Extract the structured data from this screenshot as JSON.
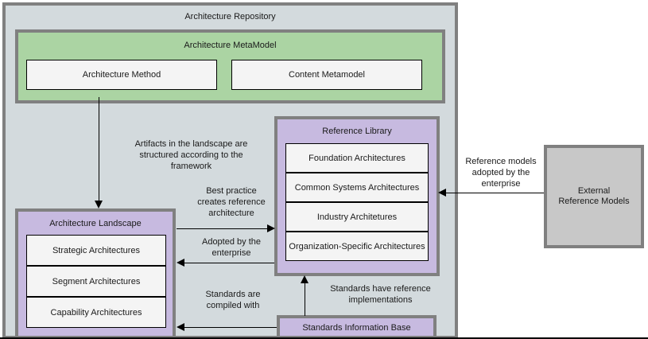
{
  "diagram": {
    "title": "Architecture Repository",
    "colors": {
      "repository_bg": "#d3dadd",
      "metamodel_bg": "#abd4a3",
      "library_bg": "#c7bae0",
      "landscape_bg": "#c7bae0",
      "standards_bg": "#c7bae0",
      "external_bg": "#c8c8c8",
      "frame_border": "#808080",
      "cell_bg": "#f4f4f4",
      "line": "#000000"
    }
  },
  "repository": {
    "title": "Architecture Repository"
  },
  "metamodel": {
    "title": "Architecture MetaModel",
    "cells": [
      {
        "label": "Architecture Method"
      },
      {
        "label": "Content Metamodel"
      }
    ]
  },
  "reference_library": {
    "title": "Reference Library",
    "cells": [
      {
        "label": "Foundation Architectures"
      },
      {
        "label": "Common Systems Architectures"
      },
      {
        "label": "Industry Architetures"
      },
      {
        "label": "Organization-Specific Architectures"
      }
    ]
  },
  "architecture_landscape": {
    "title": "Architecture Landscape",
    "cells": [
      {
        "label": "Strategic Architectures"
      },
      {
        "label": "Segment Architectures"
      },
      {
        "label": "Capability Architectures"
      }
    ]
  },
  "standards_information_base": {
    "title": "Standards Information Base"
  },
  "external_reference_models": {
    "title": "External Reference Models"
  },
  "annotations": {
    "artifacts_structured": "Artifacts in the landscape are\nstructured according to the\nframework",
    "best_practice": "Best practice\ncreates reference\narchitecture",
    "adopted_by_enterprise": "Adopted by the\nenterprise",
    "reference_models_adopted": "Reference models\nadopted by the\nenterprise",
    "standards_compiled_with": "Standards are\ncompiled with",
    "standards_reference_impl": "Standards have reference\nimplementations"
  }
}
